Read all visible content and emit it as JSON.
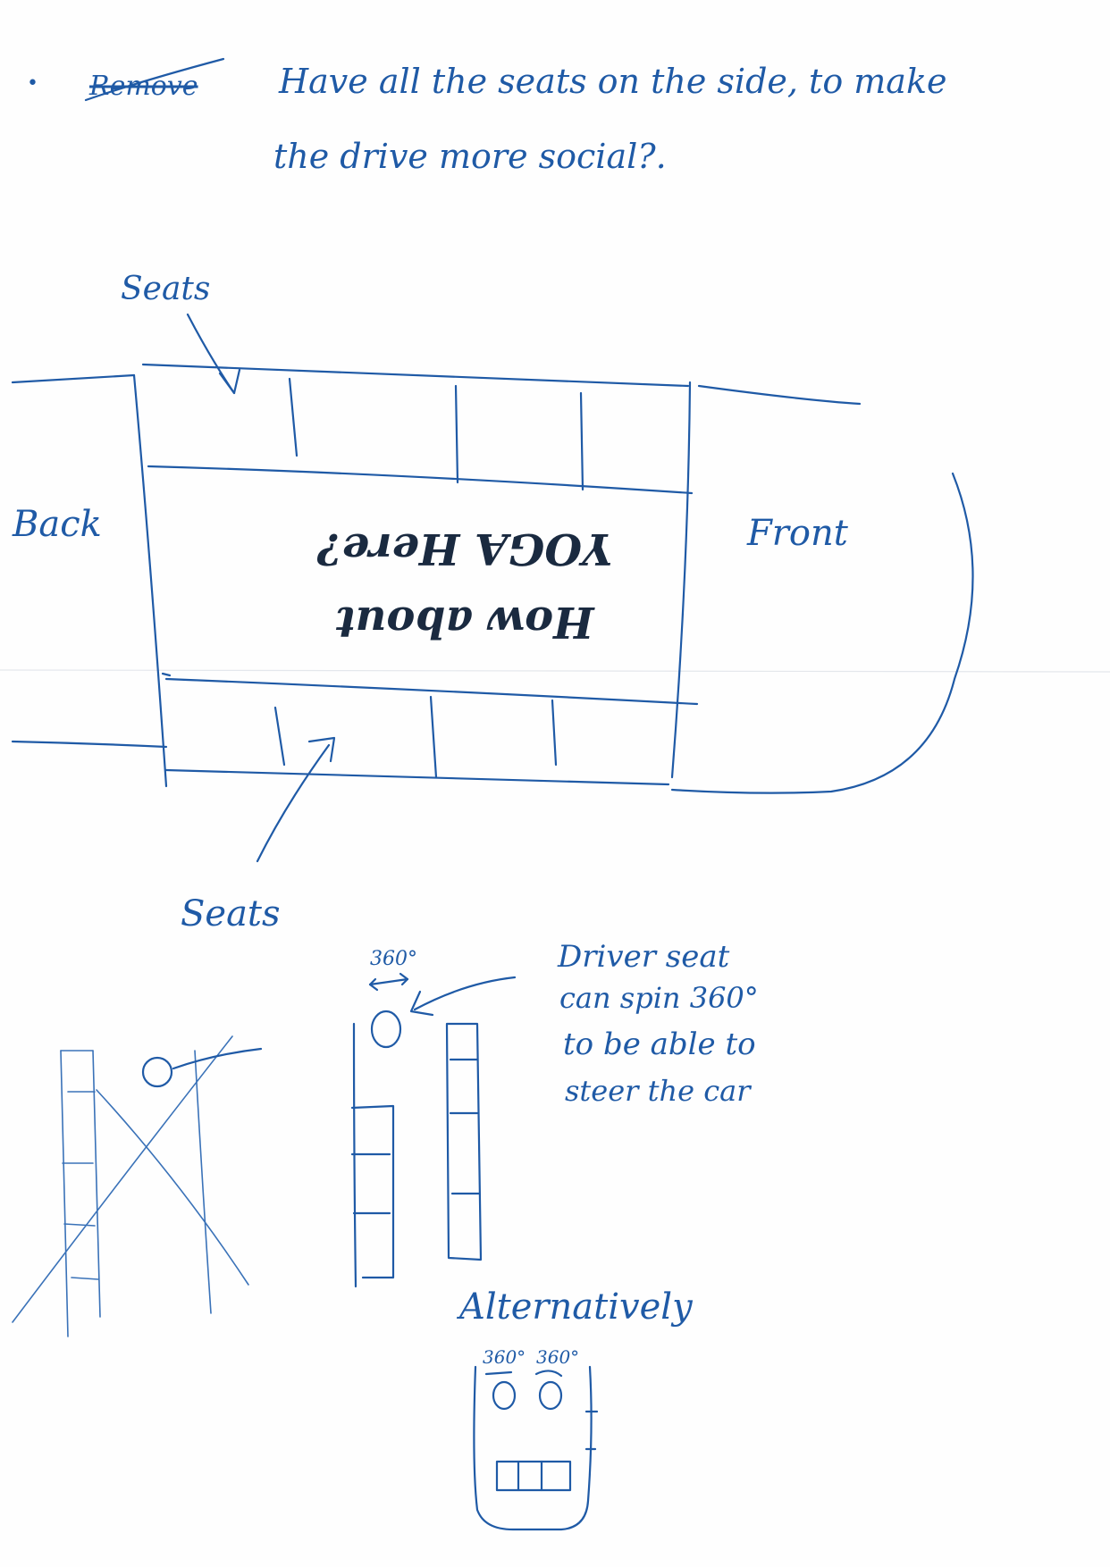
{
  "note": {
    "bullet": "•",
    "struck_word": "Remove",
    "line1": "Have all the seats on the side, to make",
    "line2": "the drive more social?."
  },
  "top_diagram": {
    "label_seats_top": "Seats",
    "label_seats_bottom": "Seats",
    "label_back": "Back",
    "label_front": "Front",
    "center_line1": "How about",
    "center_line2": "YOGA Here?"
  },
  "bottom_diagram": {
    "angle_label": "360°",
    "driver_note_1": "Driver seat",
    "driver_note_2": "can spin 360°",
    "driver_note_3": "to be able to",
    "driver_note_4": "steer the car",
    "alternatively": "Alternatively",
    "alt_angle_left": "360°",
    "alt_angle_right": "360°"
  },
  "colors": {
    "ink_blue": "#1f5aa6",
    "ink_dark": "#1a2a40"
  }
}
